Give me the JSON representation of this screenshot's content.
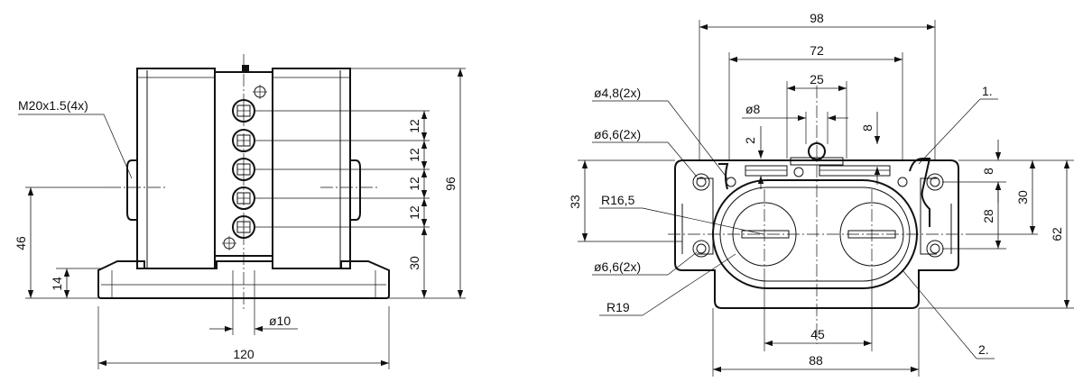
{
  "front_view": {
    "thread_label": "M20x1.5(4x)",
    "dim_width": "120",
    "dim_height_total": "96",
    "dim_height_axis": "46",
    "dim_base_height": "14",
    "dim_pitch_1": "12",
    "dim_pitch_2": "12",
    "dim_pitch_3": "12",
    "dim_pitch_4": "12",
    "dim_bottom_offset": "30",
    "dim_pin_diameter": "ø10"
  },
  "top_view": {
    "dim_outer_width": "98",
    "dim_rail_width": "72",
    "dim_center_width": "25",
    "dim_pin_diameter": "ø8",
    "dim_small_2": "2",
    "dim_small_8_top": "8",
    "dim_hole_small": "ø4,8(2x)",
    "dim_hole_upper": "ø6,6(2x)",
    "dim_hole_lower": "ø6,6(2x)",
    "dim_radius_inner": "R16,5",
    "dim_radius_outer": "R19",
    "dim_height_left": "33",
    "dim_right_8": "8",
    "dim_right_28": "28",
    "dim_right_30": "30",
    "dim_right_62": "62",
    "dim_bottom_45": "45",
    "dim_bottom_88": "88",
    "callout_1": "1.",
    "callout_2": "2."
  }
}
